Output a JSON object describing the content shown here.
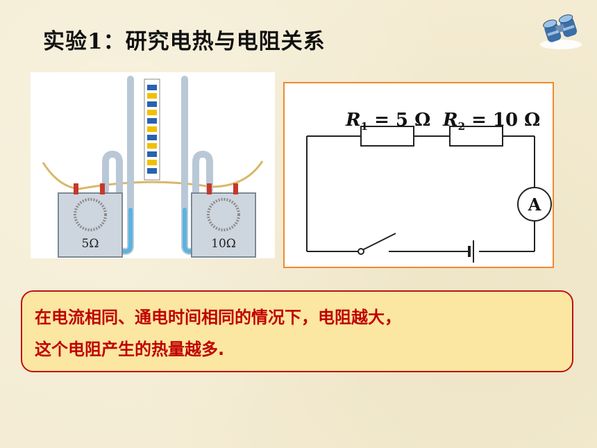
{
  "title": "实验1：研究电热与电阻关系",
  "apparatus": {
    "left_label": "5Ω",
    "right_label": "10Ω"
  },
  "circuit": {
    "r1_symbol": "R",
    "r1_sub": "1",
    "r1_value": " = 5 Ω",
    "r2_symbol": "R",
    "r2_sub": "2",
    "r2_value": " = 10 Ω",
    "ammeter": "A"
  },
  "conclusion": {
    "line1": "在电流相同、通电时间相同的情况下，电阻越大，",
    "line2": "这个电阻产生的热量越多."
  },
  "colors": {
    "accent_border": "#ee8b2e",
    "conclusion_text": "#c00000",
    "conclusion_bg": "#fbe6a2"
  },
  "icons": [
    "binoculars-icon"
  ]
}
